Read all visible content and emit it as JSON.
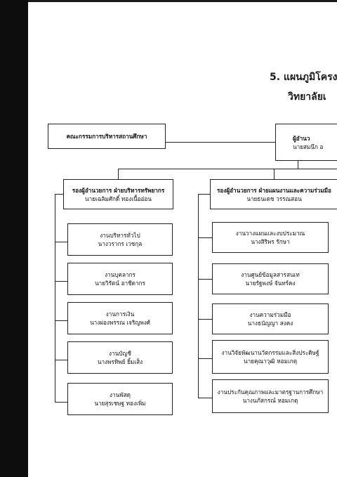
{
  "title": {
    "line1": "5. แผนภูมิโครง",
    "line2": "วิทยาลัยเ"
  },
  "top": {
    "board": "คณะกรรมการบริหารสถานศึกษา",
    "director_title": "ผู้อำนว",
    "director_name": "นายสมนึก อ"
  },
  "deputies": {
    "resources": {
      "title": "รองผู้อำนวยการ ฝ่ายบริหารทรัพยากร",
      "name": "นายเฉลิมศักดิ์ ทองเนื้ออ่อน"
    },
    "planning": {
      "title": "รองผู้อำนวยการ ฝ่ายแผนงานและความร่วมมือ",
      "name": "นายธนเดช วรรณสอน"
    }
  },
  "resources_units": [
    {
      "task": "งานบริหารทั่วไป",
      "name": "นางวรากร เวชกุล"
    },
    {
      "task": "งานบุคลากร",
      "name": "นายวิรัตน์ อาชีดากร"
    },
    {
      "task": "งานการเงิน",
      "name": "นางผ่องพรรณ เจริญพงศ์"
    },
    {
      "task": "งานบัญชี",
      "name": "นางพรทิพย์ ยิ้มเส็ง"
    },
    {
      "task": "งานพัสดุ",
      "name": "นายสุรเชษฐ ทองเพิ่ม"
    }
  ],
  "planning_units": [
    {
      "task": "งานวางแผนและงบประมาณ",
      "name": "นางสิริพร รักษา"
    },
    {
      "task": "งานศูนย์ข้อมูลสารสนเท",
      "name": "นายรัฐพงษ์ จันทร์คง"
    },
    {
      "task": "งานความร่วมมือ",
      "name": "นางธนัญญา สงคง"
    },
    {
      "task": "งานวิจัยพัฒนานวัตกรรมและสิ่งประดิษฐ์",
      "name": "นายคุณาวุฒิ หอมเกตุ"
    },
    {
      "task": "งานประกันคุณภาพและมาตรฐานการศึกษา",
      "name": "นางนภัสกรณ์ หอมเกตุ"
    }
  ]
}
